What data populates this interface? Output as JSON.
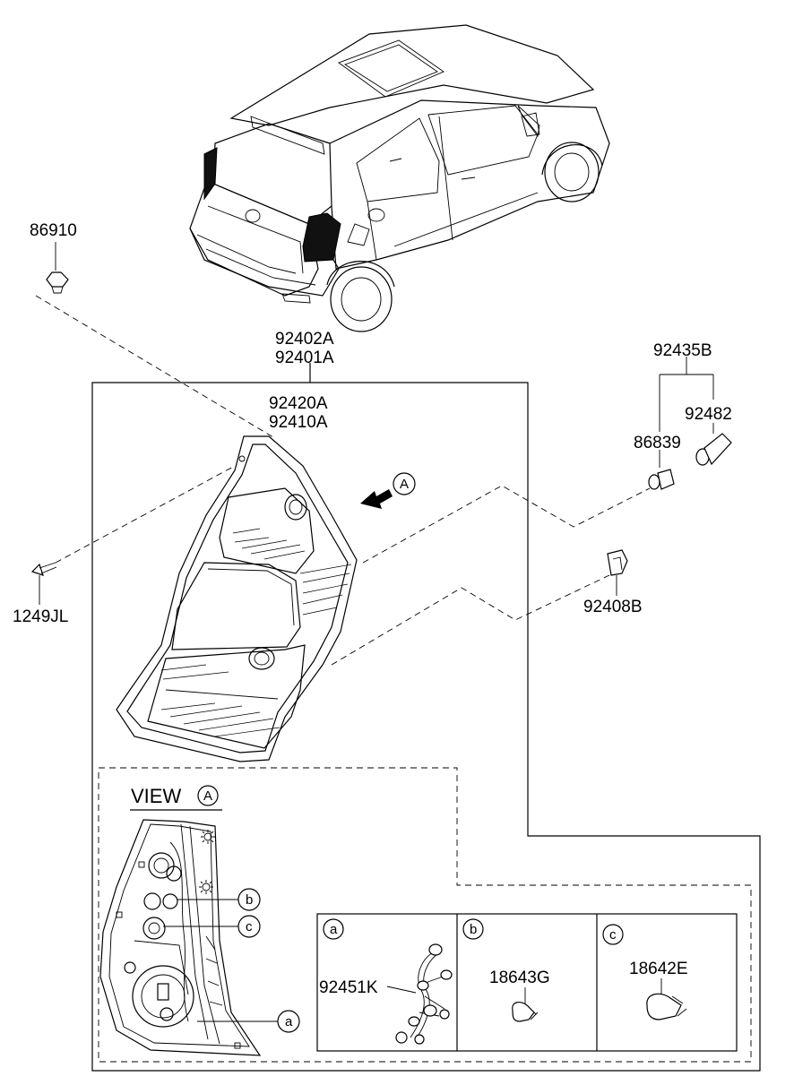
{
  "labels": {
    "clip_top": "86910",
    "assembly_upper": "92402A",
    "assembly_lower": "92401A",
    "lens_upper": "92420A",
    "lens_lower": "92410A",
    "screw": "1249JL",
    "socket_assembly": "92435B",
    "socket_right": "92482",
    "socket_left": "86839",
    "retainer": "92408B",
    "view_title": "VIEW",
    "view_marker": "A",
    "arrow_marker": "A",
    "wiring": "92451K",
    "bulb_b": "18643G",
    "bulb_c": "18642E"
  },
  "callouts": {
    "a": "a",
    "b": "b",
    "c": "c"
  },
  "panels": [
    {
      "key": "a",
      "letter": "a",
      "part": "92451K"
    },
    {
      "key": "b",
      "letter": "b",
      "part": "18643G"
    },
    {
      "key": "c",
      "letter": "c",
      "part": "18642E"
    }
  ]
}
